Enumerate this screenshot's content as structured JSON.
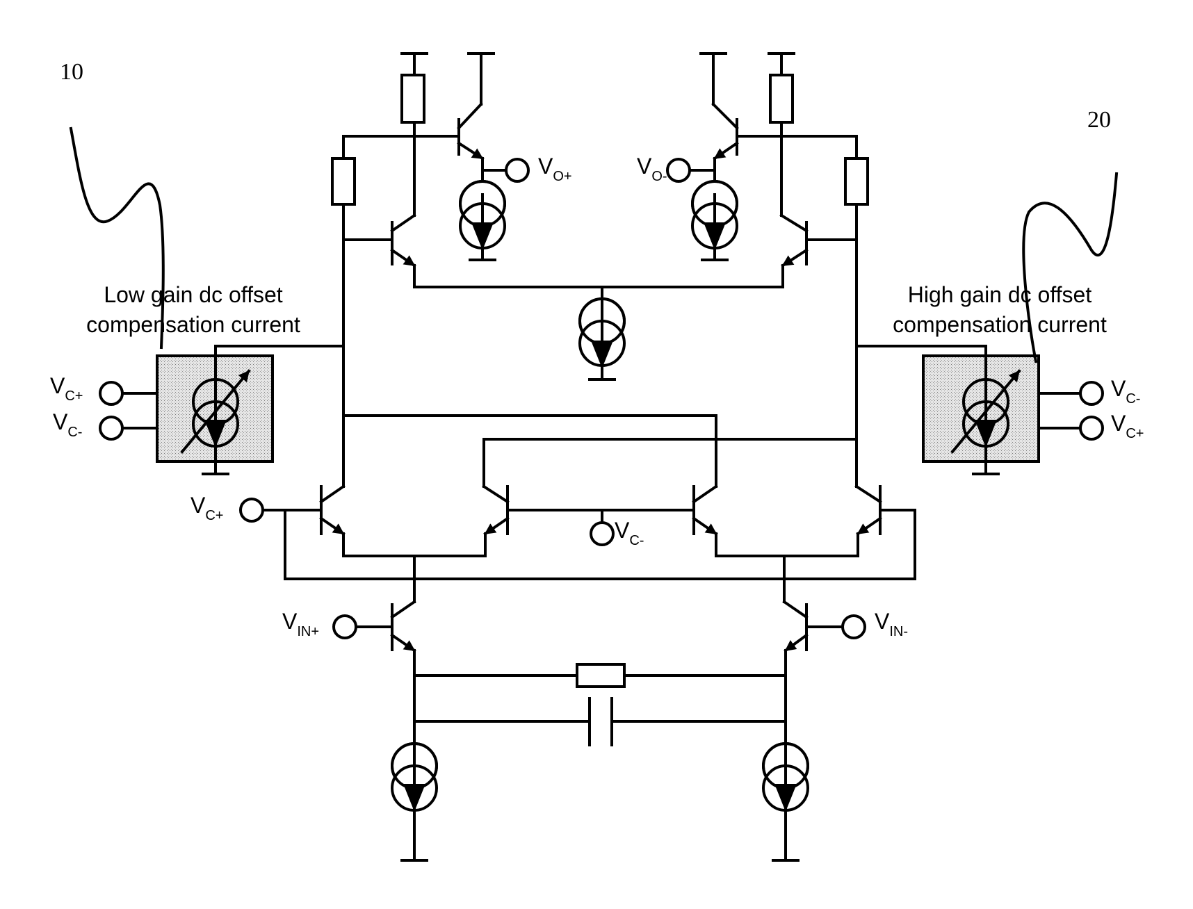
{
  "reference_numerals": {
    "left": "10",
    "right": "20"
  },
  "block_labels": {
    "low_gain_line1": "Low gain dc offset",
    "low_gain_line2": "compensation current",
    "high_gain_line1": "High gain dc offset",
    "high_gain_line2": "compensation current"
  },
  "terminals": {
    "vo_plus": {
      "main": "V",
      "sub": "O+"
    },
    "vo_minus": {
      "main": "V",
      "sub": "O-"
    },
    "vc_plus_left_block": {
      "main": "V",
      "sub": "C+"
    },
    "vc_minus_left_block": {
      "main": "V",
      "sub": "C-"
    },
    "vc_minus_right_block": {
      "main": "V",
      "sub": "C-"
    },
    "vc_plus_right_block": {
      "main": "V",
      "sub": "C+"
    },
    "vc_plus_mid": {
      "main": "V",
      "sub": "C+"
    },
    "vc_minus_mid": {
      "main": "V",
      "sub": "C-"
    },
    "vin_plus": {
      "main": "V",
      "sub": "IN+"
    },
    "vin_minus": {
      "main": "V",
      "sub": "IN-"
    }
  },
  "colors": {
    "line": "#000000",
    "background": "#ffffff",
    "block_fill": "#dcdcdc"
  }
}
